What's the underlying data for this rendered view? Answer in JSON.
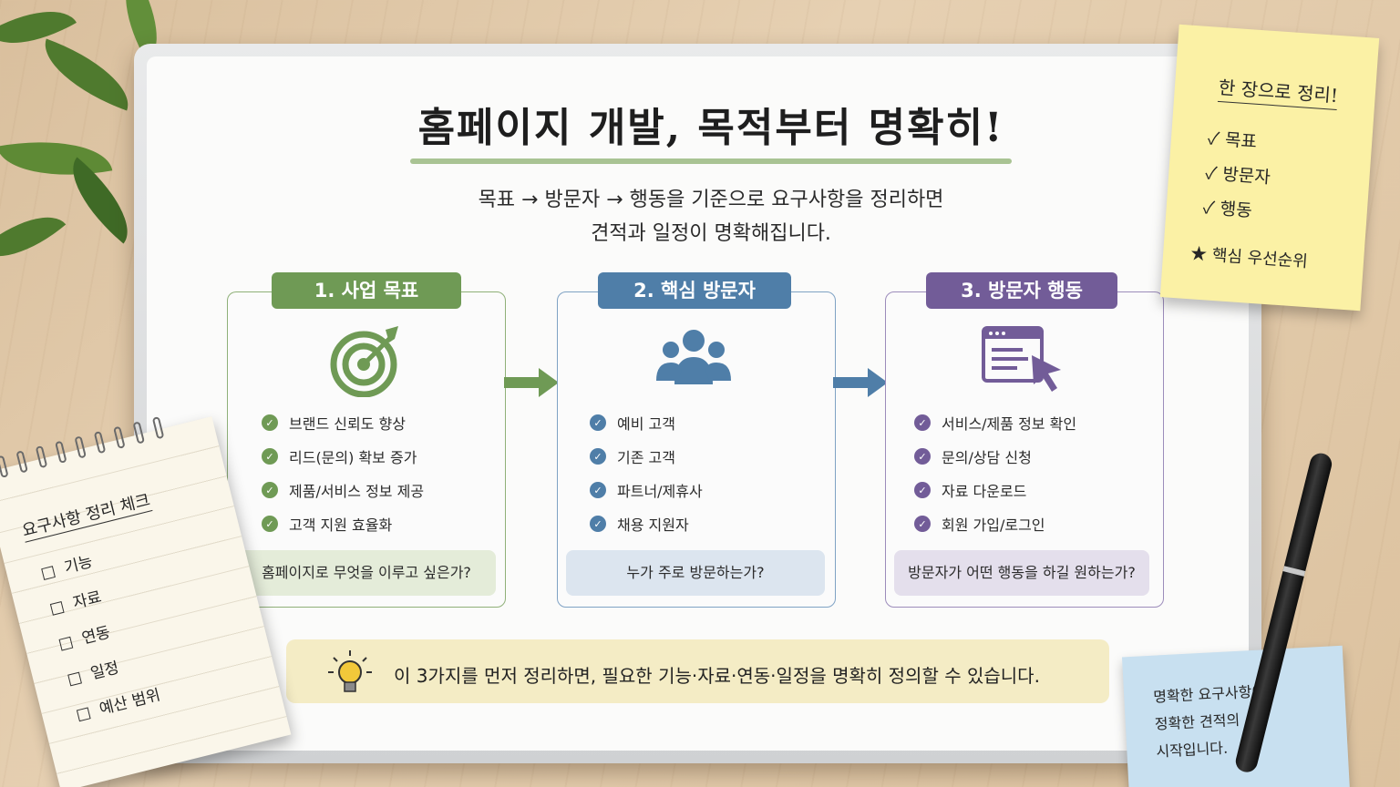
{
  "title": "홈페이지 개발, 목적부터 명확히!",
  "subtitle": {
    "line1": "목표 → 방문자 → 행동을 기준으로 요구사항을 정리하면",
    "line2": "견적과 일정이 명확해집니다."
  },
  "cards": [
    {
      "heading": "1. 사업 목표",
      "icon": "target-icon",
      "color": "#6f9a55",
      "items": [
        "브랜드 신뢰도 향상",
        "리드(문의) 확보 증가",
        "제품/서비스 정보 제공",
        "고객 지원 효율화"
      ],
      "question": "홈페이지로 무엇을 이루고 싶은가?"
    },
    {
      "heading": "2. 핵심 방문자",
      "icon": "users-icon",
      "color": "#4f7ea8",
      "items": [
        "예비 고객",
        "기존 고객",
        "파트너/제휴사",
        "채용 지원자"
      ],
      "question": "누가 주로 방문하는가?"
    },
    {
      "heading": "3. 방문자 행동",
      "icon": "browser-cursor-icon",
      "color": "#725c98",
      "items": [
        "서비스/제품 정보 확인",
        "문의/상담 신청",
        "자료 다운로드",
        "회원 가입/로그인"
      ],
      "question": "방문자가 어떤 행동을 하길 원하는가?"
    }
  ],
  "tip": {
    "icon": "lightbulb-icon",
    "text": "이 3가지를 먼저 정리하면, 필요한 기능·자료·연동·일정을 명확히 정의할 수 있습니다."
  },
  "sticky_yellow": {
    "title": "한 장으로 정리!",
    "items": [
      "✓ 목표",
      "✓ 방문자",
      "✓ 행동"
    ],
    "star": "★ 핵심 우선순위"
  },
  "sticky_blue": {
    "lines": [
      "명확한 요구사항이",
      "정확한 견적의",
      "시작입니다."
    ]
  },
  "notepad": {
    "title": "요구사항 정리 체크",
    "items": [
      "기능",
      "자료",
      "연동",
      "일정",
      "예산 범위"
    ]
  }
}
